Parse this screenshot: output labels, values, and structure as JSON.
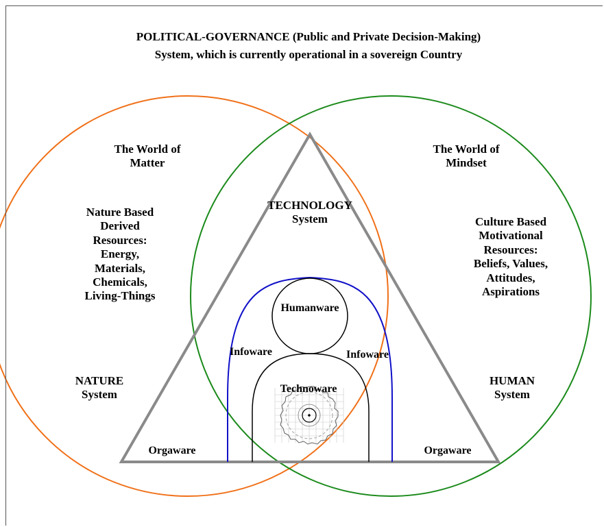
{
  "title": {
    "line1": "POLITICAL-GOVERNANCE (Public and Private Decision-Making)",
    "line2": "System, which is currently operational in a sovereign Country"
  },
  "left": {
    "world_heading": "The World of\nMatter",
    "resources": "Nature Based\nDerived\nResources:\nEnergy,\nMaterials,\nChemicals,\nLiving-Things",
    "system": "NATURE\nSystem"
  },
  "right": {
    "world_heading": "The World of\nMindset",
    "resources": "Culture Based\nMotivational\nResources:\nBeliefs, Values,\nAttitudes,\nAspirations",
    "system": "HUMAN\nSystem"
  },
  "triangle": {
    "system": "TECHNOLOGY\nSystem",
    "humanware": "Humanware",
    "infoware_left": "Infoware",
    "infoware_right": "Infoware",
    "technoware": "Technoware",
    "orgaware_left": "Orgaware",
    "orgaware_right": "Orgaware"
  },
  "colors": {
    "nature_circle": "#f07018",
    "human_circle": "#1a8a1a",
    "triangle": "#8a8a8a",
    "infoware_arch": "#1010c8",
    "inner_shapes": "#000000"
  }
}
